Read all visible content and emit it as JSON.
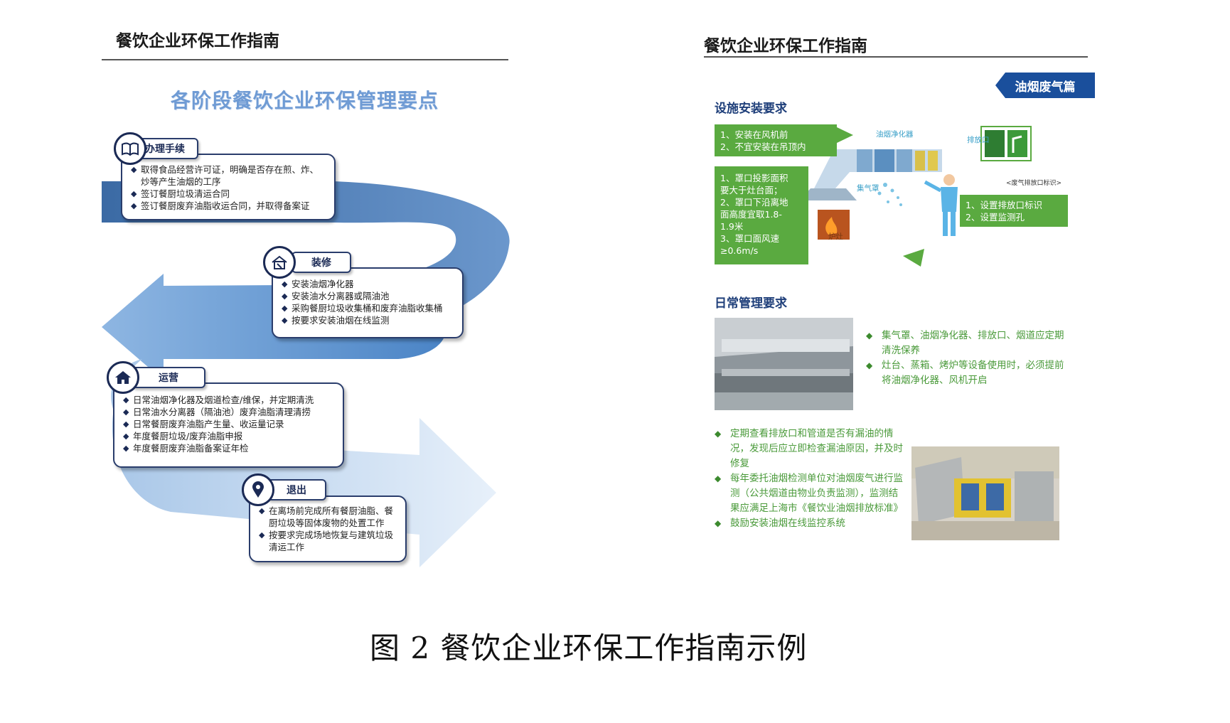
{
  "left": {
    "header": "餐饮企业环保工作指南",
    "title": "各阶段餐饮企业环保管理要点",
    "stages": [
      {
        "tab": "办理手续",
        "icon": "book-icon",
        "items": [
          "取得食品经营许可证，明确是否存在煎、炸、炒等产生油烟的工序",
          "签订餐厨垃圾清运合同",
          "签订餐厨废弃油脂收运合同，并取得备案证"
        ]
      },
      {
        "tab": "装修",
        "icon": "house-tools-icon",
        "items": [
          "安装油烟净化器",
          "安装油水分离器或隔油池",
          "采购餐厨垃圾收集桶和废弃油脂收集桶",
          "按要求安装油烟在线监测"
        ]
      },
      {
        "tab": "运营",
        "icon": "home-icon",
        "items": [
          "日常油烟净化器及烟道检查/维保，并定期清洗",
          "日常油水分离器（隔油池）废弃油脂清理清捞",
          "日常餐厨废弃油脂产生量、收运量记录",
          "年度餐厨垃圾/废弃油脂申报",
          "年度餐厨废弃油脂备案证年检"
        ]
      },
      {
        "tab": "退出",
        "icon": "location-pin-icon",
        "items": [
          "在离场前完成所有餐厨油脂、餐厨垃圾等固体废物的处置工作",
          "按要求完成场地恢复与建筑垃圾清运工作"
        ]
      }
    ]
  },
  "right": {
    "header": "餐饮企业环保工作指南",
    "badge": "油烟废气篇",
    "install": {
      "heading": "设施安装要求",
      "box_top": [
        "1、安装在风机前",
        "2、不宜安装在吊顶内"
      ],
      "box_left": [
        "1、罩口投影面积",
        "要大于灶台面；",
        "2、罩口下沿离地",
        "面高度宜取1.8-",
        "1.9米",
        "3、罩口面风速",
        "≥0.6m/s"
      ],
      "box_right": [
        "1、设置排放口标识",
        "2、设置监测孔"
      ],
      "labels": {
        "purifier": "油烟净化器",
        "outlet": "排放口",
        "hood": "集气罩",
        "stove": "炉灶",
        "sign": "<废气排放口标识>"
      }
    },
    "daily": {
      "heading": "日常管理要求",
      "list1": [
        "集气罩、油烟净化器、排放口、烟道应定期清洗保养",
        "灶台、蒸箱、烤炉等设备使用时，必须提前将油烟净化器、风机开启"
      ],
      "list2": [
        "定期查看排放口和管道是否有漏油的情况，发现后应立即检查漏油原因，并及时修复",
        "每年委托油烟检测单位对油烟废气进行监测（公共烟道由物业负责监测），监测结果应满足上海市《餐饮业油烟排放标准》",
        "鼓励安装油烟在线监控系统"
      ]
    }
  },
  "caption": "图 2 餐饮企业环保工作指南示例",
  "colors": {
    "ribbon_dark": "#3d6ea9",
    "ribbon_light": "#c6d9ee",
    "green": "#5aaa40",
    "navy": "#1b2a55",
    "badge": "#1a4f9c"
  }
}
